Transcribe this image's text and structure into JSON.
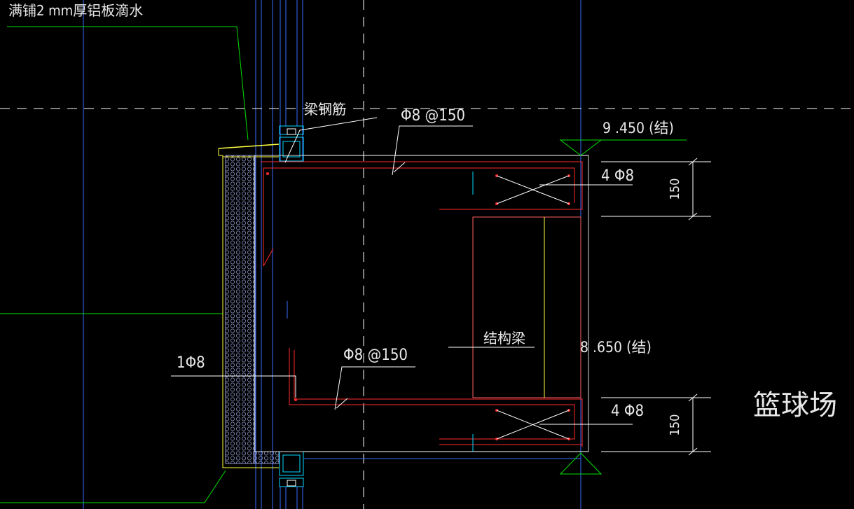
{
  "annotations": {
    "top_note": "满铺2 mm厚铝板滴水",
    "beam_rebar": "梁钢筋",
    "stirrup_top": "Φ8 @150",
    "stirrup_bottom": "Φ8 @150",
    "single_bar": "1Φ8",
    "top_bars": "4 Φ8",
    "bottom_bars": "4 Φ8",
    "structural_beam": "结构梁",
    "elev_top": "9 .450 (结)",
    "elev_bottom": "8 .650 (结)",
    "dim_top": "150",
    "dim_bottom": "150",
    "room_name": "篮球场"
  },
  "colors": {
    "background": "#000000",
    "rebar": "#ff2a2a",
    "leader_white": "#ffffff",
    "green": "#00e000",
    "blue": "#3a6cff",
    "cyan": "#00d8ff",
    "yellow": "#ffff40",
    "insulation": "#8d95c8"
  }
}
